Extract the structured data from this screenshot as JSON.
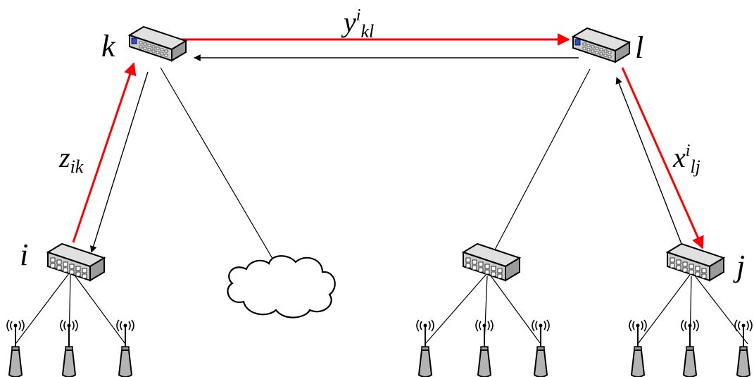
{
  "colors": {
    "highlight": "#ff0000",
    "line": "#000000",
    "device_fill": "#cccccc",
    "device_top": "#e0e0e0",
    "cloud_fill": "#ffffff"
  },
  "nodes": {
    "k": {
      "label": "k",
      "kind": "router"
    },
    "l": {
      "label": "l",
      "kind": "router"
    },
    "i": {
      "label": "i",
      "kind": "switch"
    },
    "j": {
      "label": "j",
      "kind": "switch"
    },
    "m": {
      "label": "",
      "kind": "switch"
    }
  },
  "cloud": {
    "label": ""
  },
  "edge_labels": {
    "z_ik": {
      "base": "z",
      "sup": "",
      "sub": "ik"
    },
    "y_kl": {
      "base": "y",
      "sup": "i",
      "sub": "kl"
    },
    "x_lj": {
      "base": "x",
      "sup": "i",
      "sub": "lj"
    }
  },
  "antennas": {
    "icon": "antenna-icon",
    "signal_glyph": "((·))",
    "count": 9
  }
}
